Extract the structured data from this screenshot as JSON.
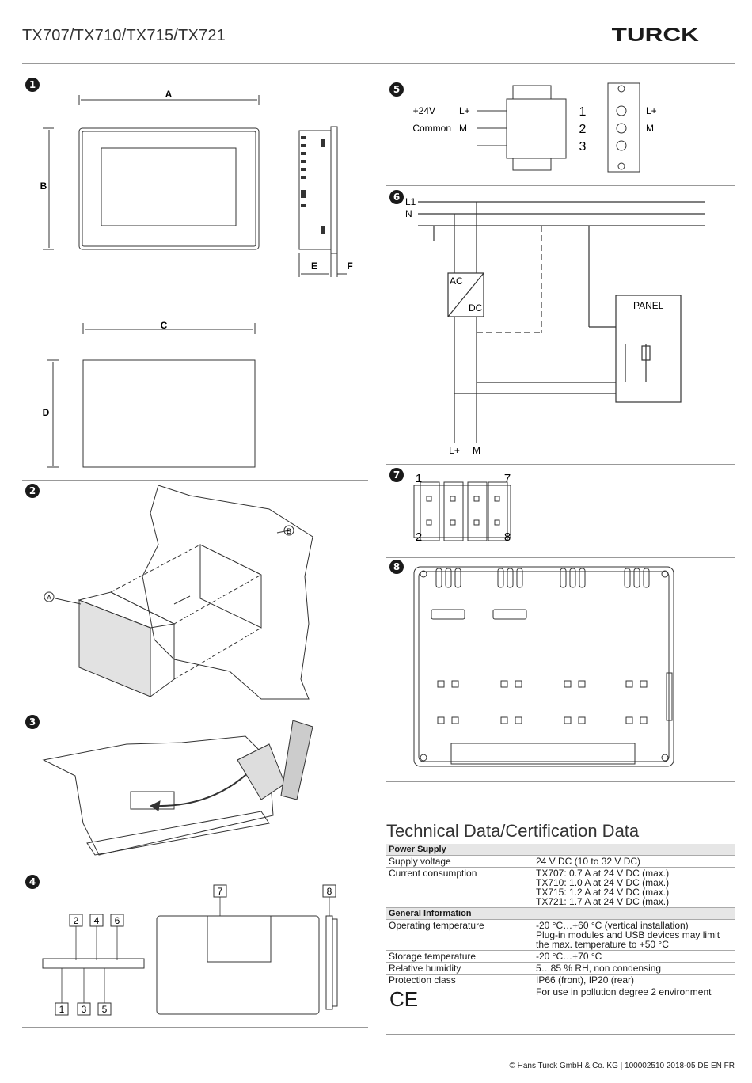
{
  "header": {
    "title": "TX707/TX710/TX715/TX721",
    "brand": "TURCK"
  },
  "figures": {
    "f1": {
      "num": "1",
      "labels": {
        "A": "A",
        "B": "B",
        "C": "C",
        "D": "D",
        "E": "E",
        "F": "F"
      }
    },
    "f2": {
      "num": "2",
      "labels": {
        "A": "A",
        "B": "B"
      }
    },
    "f3": {
      "num": "3"
    },
    "f4": {
      "num": "4",
      "labels": [
        "2",
        "4",
        "6",
        "1",
        "3",
        "5",
        "7",
        "8"
      ]
    },
    "f5": {
      "num": "5",
      "supply": "+24V",
      "common": "Common",
      "lplus": "L+",
      "m": "M",
      "n1": "1",
      "n2": "2",
      "n3": "3"
    },
    "f6": {
      "num": "6",
      "l1": "L1",
      "n": "N",
      "ac": "AC",
      "dc": "DC",
      "panel": "PANEL",
      "lplus": "L+",
      "m": "M"
    },
    "f7": {
      "num": "7",
      "n1": "1",
      "n7": "7",
      "n2": "2",
      "n8": "8"
    },
    "f8": {
      "num": "8"
    }
  },
  "tech": {
    "title": "Technical Data/Certification Data",
    "power_supply": "Power Supply",
    "supply_voltage_label": "Supply voltage",
    "supply_voltage_value": "24 V DC (10 to 32 V DC)",
    "current_label": "Current consumption",
    "current_values": [
      "TX707: 0.7 A at 24 V DC (max.)",
      "TX710: 1.0 A at 24 V DC (max.)",
      "TX715: 1.2 A at 24 V DC (max.)",
      "TX721: 1.7 A at 24 V DC (max.)"
    ],
    "general_info": "General Information",
    "op_temp_label": "Operating temperature",
    "op_temp_values": [
      "-20 °C…+60 °C (vertical installation)",
      "Plug-in modules and USB devices may limit",
      "the max. temperature to +50 °C"
    ],
    "storage_label": "Storage temperature",
    "storage_value": "-20 °C…+70 °C",
    "humidity_label": "Relative humidity",
    "humidity_value": "5…85 % RH, non condensing",
    "protection_label": "Protection class",
    "protection_value": "IP66 (front), IP20 (rear)",
    "ce_mark": "CE",
    "pollution": "For use in pollution degree 2 environment"
  },
  "footer": "© Hans Turck GmbH & Co. KG | 100002510 2018-05 DE EN FR"
}
